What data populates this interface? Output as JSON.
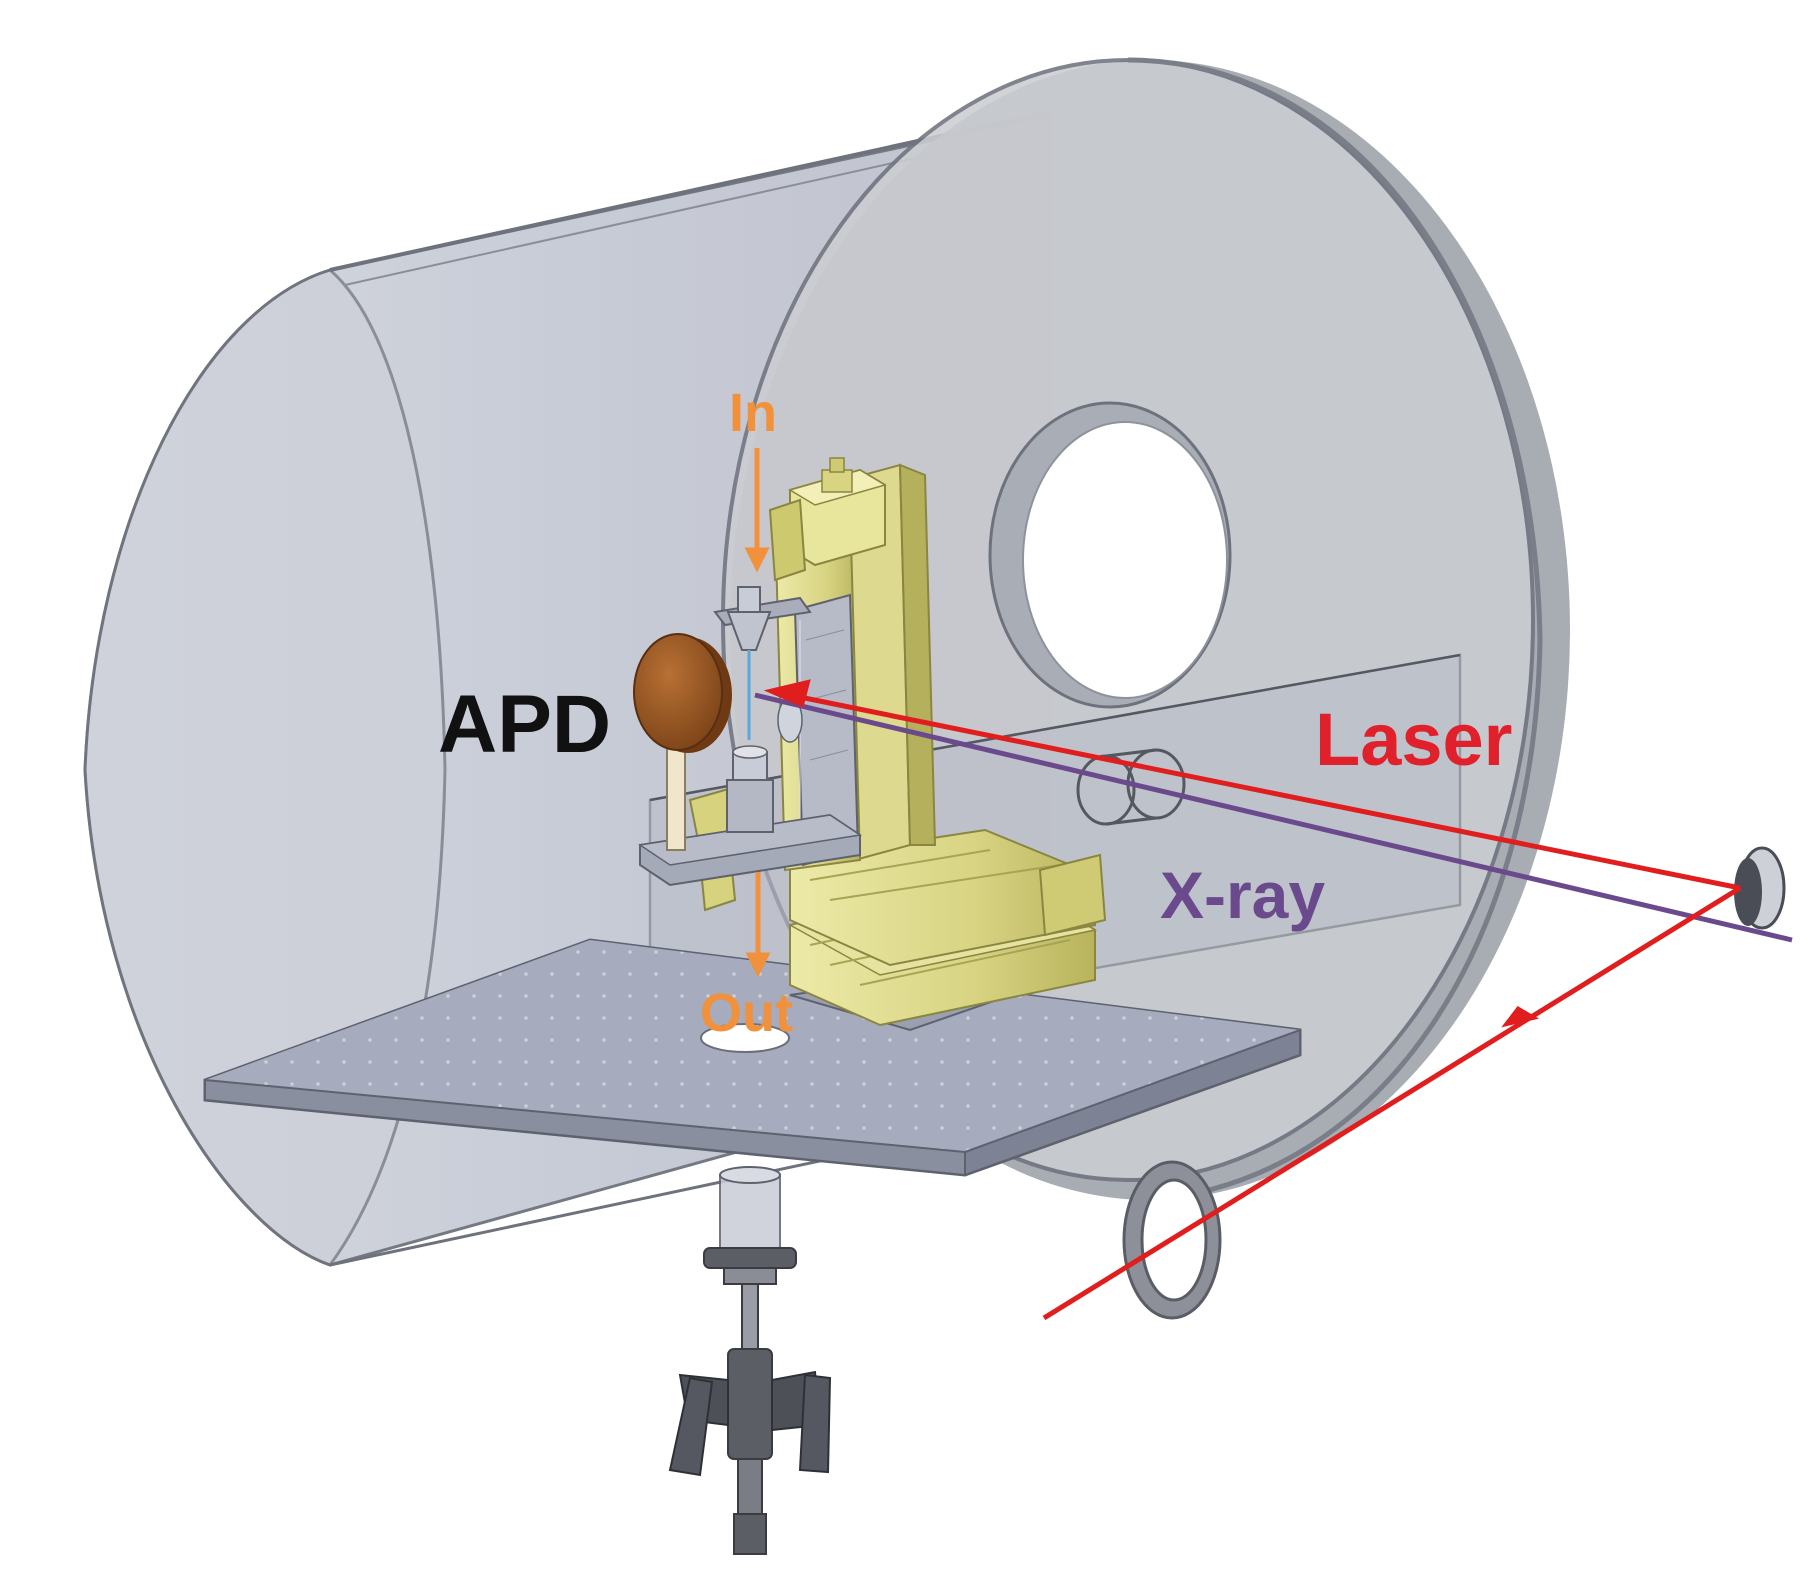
{
  "labels": {
    "apd": "APD",
    "laser": "Laser",
    "xray": "X-ray",
    "in": "In",
    "out": "Out"
  },
  "colors": {
    "background": "#ffffff",
    "chamber_fill": "#c5c9d4",
    "chamber_edge": "#6e727c",
    "flange_fill": "#c9cbcf",
    "table_fill": "#9a9fb0",
    "stage_yellow": "#dcd98a",
    "stage_yellow_dark": "#b4b05a",
    "apd_brown": "#9b5a24",
    "laser_red": "#e01e1e",
    "laser_label": "#e0202a",
    "xray_purple": "#6a4a8c",
    "flow_orange": "#f2913c",
    "apd_label": "#111111",
    "hardware_gray": "#5c5e66"
  }
}
